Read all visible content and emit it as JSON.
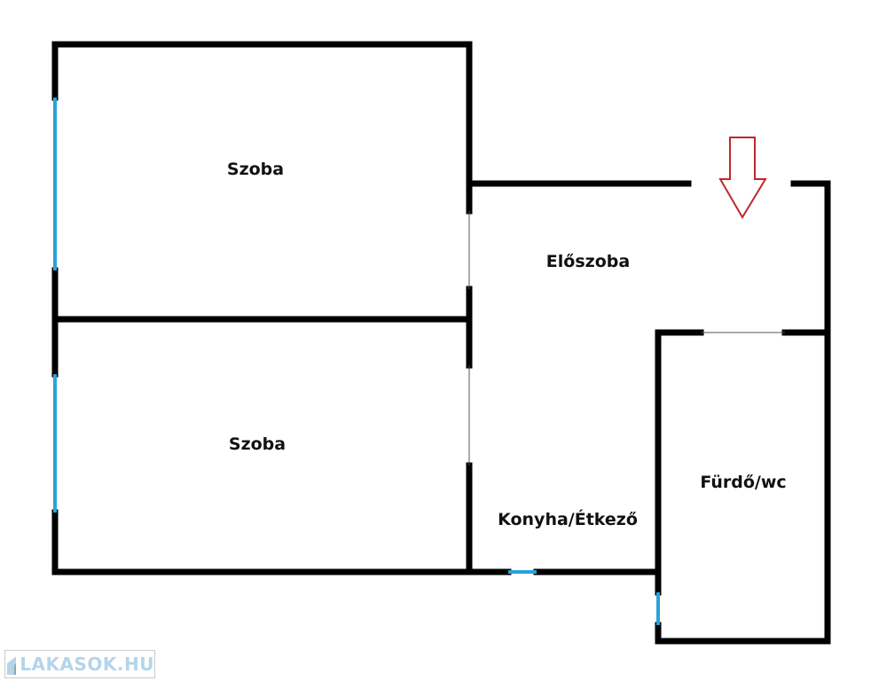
{
  "rooms": [
    {
      "label": "Szoba"
    },
    {
      "label": "Szoba"
    },
    {
      "label": "Előszoba"
    },
    {
      "label": "Konyha/Étkező"
    },
    {
      "label": "Fürdő/wc"
    }
  ],
  "watermark": {
    "text": "LAKASOK.HU"
  },
  "colors": {
    "wall": "#000000",
    "window": "#2aa3d6",
    "entrance_arrow": "#c0282d"
  }
}
